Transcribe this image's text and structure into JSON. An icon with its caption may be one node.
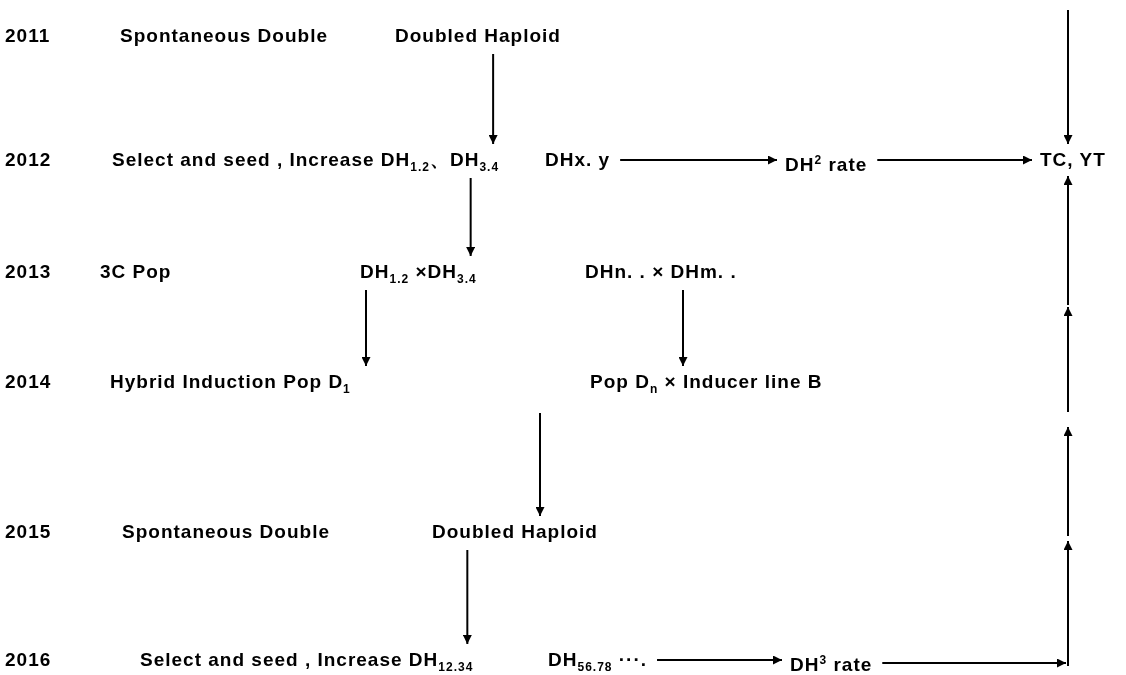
{
  "diagram": {
    "nodes": [
      {
        "text": [
          "Spontaneous Double"
        ]
      },
      {
        "text": [
          "Doubled Haploid"
        ]
      },
      {
        "text": [
          "Select and seed , Increase DH$_{1.2}$、DH$_{3.4}$"
        ]
      },
      {
        "text": [
          "DHx. y"
        ]
      },
      {
        "text": [
          "DH$^{2}$ rate"
        ]
      },
      {
        "text": [
          "TC, YT"
        ]
      },
      {
        "text": [
          "3C Pop"
        ]
      },
      {
        "text": [
          "DH$_{1.2}$ ×DH$_{3.4}$"
        ]
      },
      {
        "text": [
          "DHn. . × DHm. ."
        ]
      },
      {
        "text": [
          "Hybrid Induction Pop D$_{1}$"
        ]
      },
      {
        "text": [
          "Pop D$_{n}$ × Inducer line B"
        ]
      },
      {
        "text": [
          "Spontaneous Double"
        ]
      },
      {
        "text": [
          "Doubled Haploid"
        ]
      },
      {
        "text": [
          "Select and seed , Increase DH$_{12.34}$"
        ]
      },
      {
        "text": [
          "DH$_{56.78}$ ···."
        ]
      },
      {
        "text": [
          "DH$^{3}$ rate"
        ]
      }
    ],
    "edges": [
      {
        "from": 1,
        "to": 2,
        "arrow": "to"
      },
      {
        "from": 3,
        "to": 4,
        "arrow": "to"
      },
      {
        "from": 4,
        "to": 5,
        "arrow": "to"
      },
      {
        "from": null,
        "to": 5,
        "arrow": "to"
      },
      {
        "from": 2,
        "to": 7,
        "arrow": "to"
      },
      {
        "from": 7,
        "to": 9,
        "arrow": "to"
      },
      {
        "from": 8,
        "to": 10,
        "arrow": "to"
      },
      {
        "from": null,
        "to": 12,
        "arrow": "to"
      },
      {
        "from": 12,
        "to": 13,
        "arrow": "to"
      },
      {
        "from": 14,
        "to": 15,
        "arrow": "to"
      },
      {
        "from": 15,
        "to": null,
        "arrow": "to"
      },
      {
        "from": null,
        "to": 5,
        "arrow": "to"
      }
    ],
    "labels": [
      "2011",
      "2012",
      "2013",
      "2014",
      "2015",
      "2016"
    ]
  }
}
